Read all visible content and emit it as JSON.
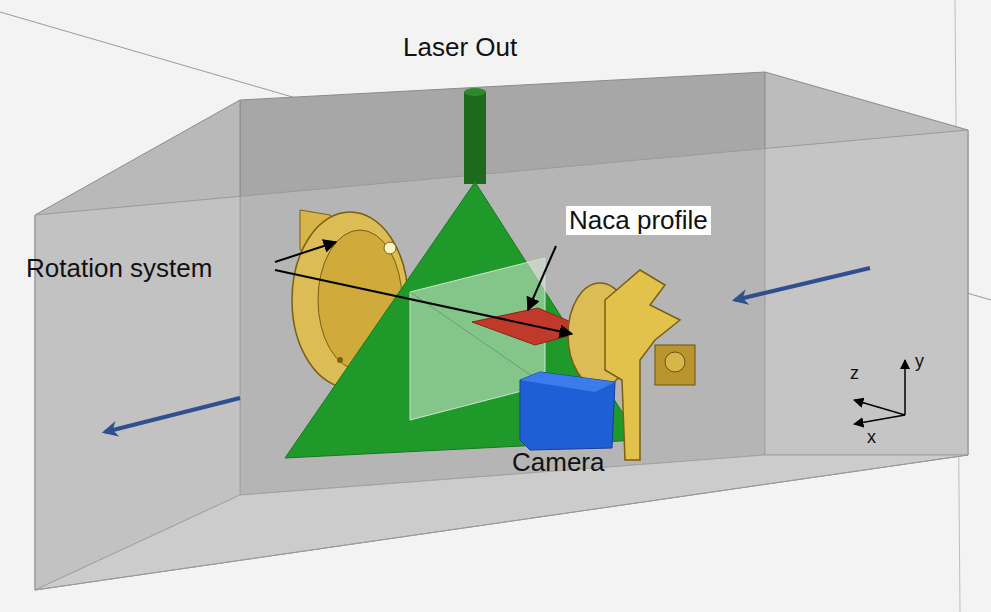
{
  "diagram": {
    "labels": [
      "Laser Out",
      "Naca profile",
      "Rotation system",
      "Camera",
      "z",
      "y",
      "x"
    ]
  }
}
